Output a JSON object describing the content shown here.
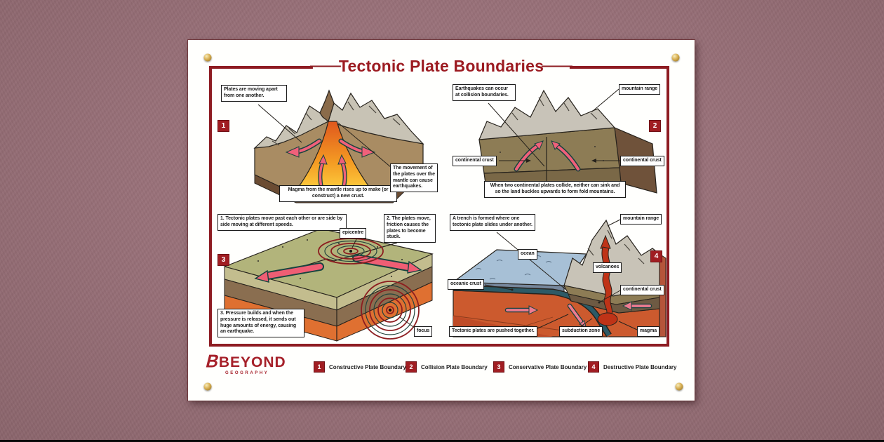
{
  "wall": {
    "color": "#997179"
  },
  "poster": {
    "title": "Tectonic Plate Boundaries",
    "title_dash": "—",
    "accent_color": "#8e1c22",
    "badge_color": "#a01d22"
  },
  "brand": {
    "name": "BEYOND",
    "tagline": "GEOGRAPHY",
    "color": "#a6212a"
  },
  "diagrams": {
    "constructive": {
      "badge": "1",
      "labels": {
        "apart": "Plates are moving apart from one another.",
        "magma": "Magma from the mantle rises up to make (or construct) a new crust.",
        "movement": "The movement of the plates over the mantle can cause earthquakes."
      }
    },
    "collision": {
      "badge": "2",
      "labels": {
        "earthquakes": "Earthquakes can occur at collision boundaries.",
        "mountain_range": "mountain range",
        "continental_left": "continental crust",
        "continental_right": "continental crust",
        "caption": "When two continental plates collide, neither can sink and so the land buckles upwards to form fold mountains."
      }
    },
    "conservative": {
      "badge": "3",
      "labels": {
        "step1": "1. Tectonic plates move past each other or are side by side moving at different speeds.",
        "epicentre": "epicentre",
        "step2": "2. The plates move, friction causes the plates to become stuck.",
        "step3": "3. Pressure builds and when the pressure is released, it sends out huge amounts of energy, causing an earthquake.",
        "focus": "focus"
      }
    },
    "destructive": {
      "badge": "4",
      "labels": {
        "trench": "A trench is formed where one tectonic plate slides under another.",
        "mountain_range": "mountain range",
        "ocean": "ocean",
        "volcanoes": "volcanoes",
        "oceanic_crust": "oceanic crust",
        "continental_crust": "continental crust",
        "pushed": "Tectonic plates are pushed together.",
        "subduction": "subduction zone",
        "magma": "magma"
      }
    }
  },
  "legend": [
    {
      "num": "1",
      "label": "Constructive Plate Boundary"
    },
    {
      "num": "2",
      "label": "Collision Plate Boundary"
    },
    {
      "num": "3",
      "label": "Conservative Plate Boundary"
    },
    {
      "num": "4",
      "label": "Destructive Plate Boundary"
    }
  ]
}
